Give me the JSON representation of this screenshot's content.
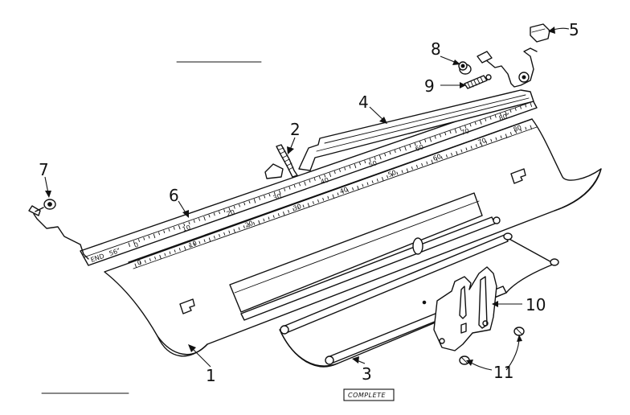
{
  "callouts": {
    "c1": "1",
    "c2": "2",
    "c3": "3",
    "c4": "4",
    "c5": "5",
    "c6": "6",
    "c7": "7",
    "c8": "8",
    "c9": "9",
    "c10": "10",
    "c11": "11"
  },
  "tag": "COMPLETE",
  "scale_front": {
    "start": "0",
    "ticks": [
      "10",
      "20",
      "30",
      "40",
      "50",
      "60",
      "70"
    ],
    "end": "80"
  },
  "scale_rear": {
    "left_label": "END",
    "left_mark": "56\"",
    "start": "0",
    "ticks": [
      "10",
      "20",
      "30",
      "40",
      "50",
      "60",
      "70"
    ],
    "end": "80\""
  }
}
